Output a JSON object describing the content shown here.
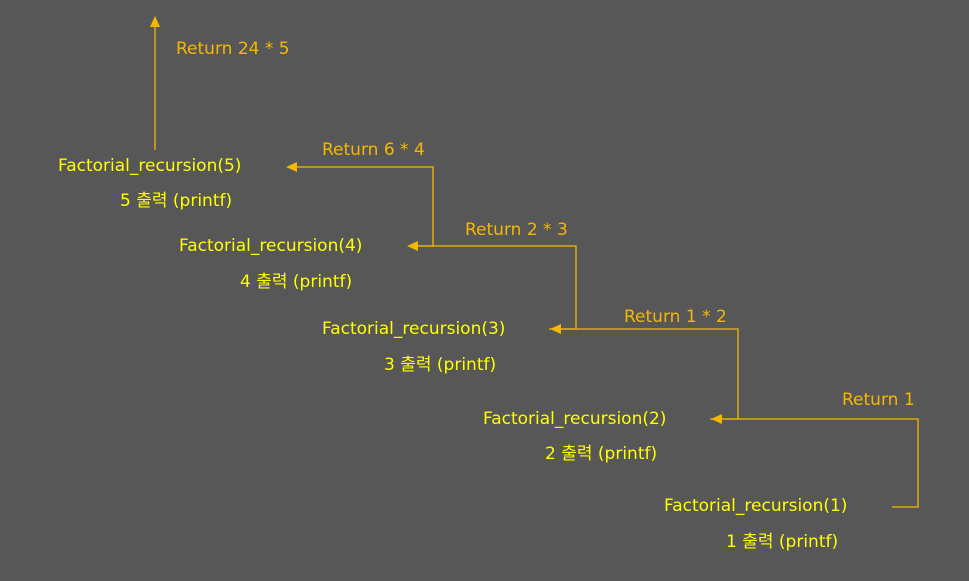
{
  "colors": {
    "background": "#575757",
    "call_text": "#ffff00",
    "return_text": "#f5b800",
    "arrow": "#f5b800"
  },
  "calls": [
    {
      "label": "Factorial_recursion(5)",
      "output": "5 출력 (printf)"
    },
    {
      "label": "Factorial_recursion(4)",
      "output": "4 출력 (printf)"
    },
    {
      "label": "Factorial_recursion(3)",
      "output": "3 출력 (printf)"
    },
    {
      "label": "Factorial_recursion(2)",
      "output": "2 출력 (printf)"
    },
    {
      "label": "Factorial_recursion(1)",
      "output": "1 출력 (printf)"
    }
  ],
  "returns": [
    {
      "label": "Return 24 * 5"
    },
    {
      "label": "Return 6 * 4"
    },
    {
      "label": "Return 2 * 3"
    },
    {
      "label": "Return 1 * 2"
    },
    {
      "label": "Return 1"
    }
  ]
}
